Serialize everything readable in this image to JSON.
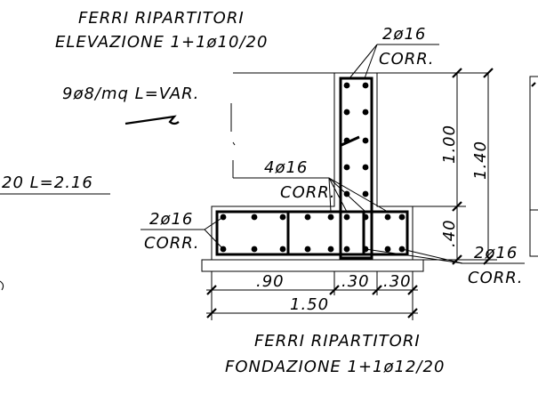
{
  "labels": {
    "top_title_line1": "FERRI  RIPARTITORI",
    "top_title_line2": "ELEVAZIONE  1+1ø10/20",
    "stirrups_note": "9ø8/mq  L=VAR.",
    "left_cut_note": "20  L=2.16",
    "top_bars_qty": "2ø16",
    "top_bars_corr": "CORR.",
    "mid_bars_qty": "4ø16",
    "mid_bars_corr": "CORR.",
    "left_bars_qty": "2ø16",
    "left_bars_corr": "CORR.",
    "bottom_bars_qty": "2ø16",
    "bottom_bars_corr": "CORR.",
    "dim_stem_height": "1.00",
    "dim_total_height": "1.40",
    "dim_base_height": ".40",
    "dim_toe": ".90",
    "dim_stem": ".30",
    "dim_heel": ".30",
    "dim_base_width": "1.50",
    "bottom_title_line1": "FERRI  RIPARTITORI",
    "bottom_title_line2": "FONDAZIONE  1+1ø12/20"
  },
  "colors": {
    "ink": "#000000",
    "paper": "#ffffff"
  }
}
